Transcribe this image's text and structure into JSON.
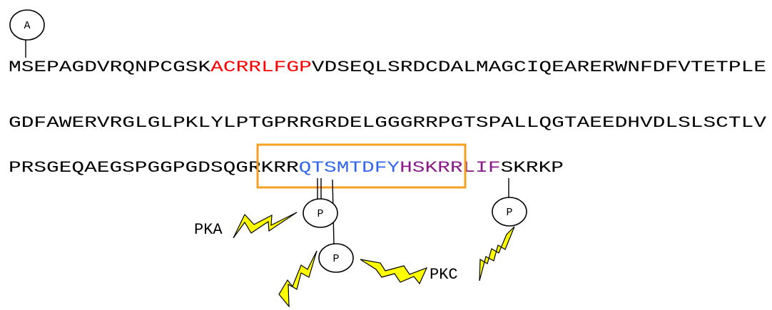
{
  "marker_a": "A",
  "sequence": {
    "line1": {
      "pre": "MSEPAGDVRQNPCGSK",
      "red": "ACRRLFGP",
      "post": "VDSEQLSRDCDALMAGCIQEARERWNFDFVTETPLE"
    },
    "line2": "GDFAWERVRGLGLPKLYLPTGPRRGRDELGGGRRPGTSPALLQGTAEEDHVDLSLSCTLV",
    "line3": {
      "pre": "PRSGEQAEGSPGGPGDSQGRKRR",
      "blue": "QTSMTDFY",
      "purple": "HSKRRLIF",
      "post": "SKRKP"
    }
  },
  "phospho_label": "P",
  "kinases": {
    "pka": "PKA",
    "pkc": "PKC"
  },
  "colors": {
    "text": "#000000",
    "red_segment": "#ff0000",
    "blue_segment": "#3366ee",
    "purple_segment": "#8a1a8a",
    "highlight_box": "#f5a020",
    "bolt_fill": "#ffff00",
    "bolt_stroke": "#000000"
  },
  "icons": [
    "lightning-bolt-icon"
  ]
}
